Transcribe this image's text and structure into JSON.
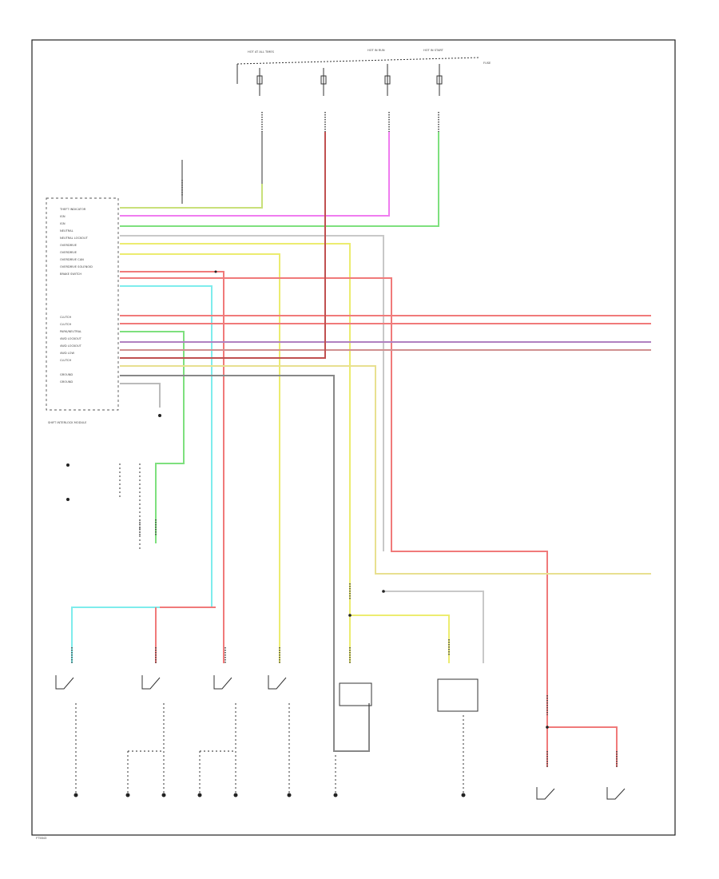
{
  "code": "FT5843",
  "fuse_labels": [
    "HOT AT ALL TIMES",
    "HOT IN RUN",
    "HOT IN START",
    "FUSE"
  ],
  "module_pins": [
    "THEFT INDICATOR",
    "IGN",
    "IGN",
    "NEUTRAL",
    "NEUTRAL LOCKOUT",
    "OVERDRIVE",
    "OVERDRIVE",
    "OVERDRIVE CAN",
    "OVERDRIVE SOLENOID",
    "BRAKE SWITCH"
  ],
  "module_pins_2": [
    "CLUTCH",
    "CLUTCH",
    "PARK/NEUTRAL",
    "4WD LOCKOUT",
    "4WD LOCKOUT",
    "4WD LOW",
    "CLUTCH",
    "GROUND",
    "GROUND"
  ],
  "module_name": "SHIFT INTERLOCK MODULE",
  "wire_colors": {
    "yellow_green": "#c8e07a",
    "magenta": "#f07cf0",
    "green": "#7ee07e",
    "gray": "#b8b8b8",
    "yellow": "#ecec80",
    "red": "#f07a7a",
    "cyan": "#7eecec",
    "tan": "#d8c8a0",
    "dark_red": "#c05050"
  }
}
